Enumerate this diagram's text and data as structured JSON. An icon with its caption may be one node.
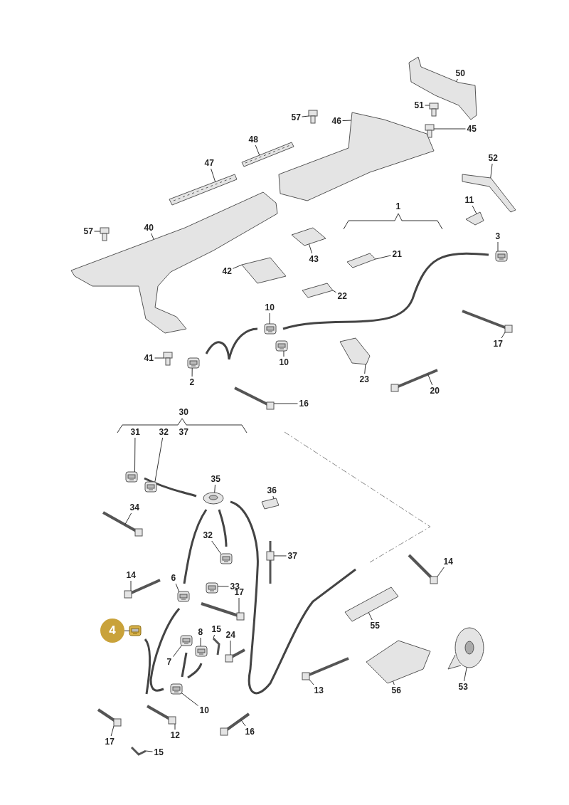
{
  "diagram": {
    "nodes": [
      {
        "text": [
          "50"
        ]
      },
      {
        "text": [
          "51"
        ]
      },
      {
        "text": [
          "45"
        ]
      },
      {
        "text": [
          "57"
        ]
      },
      {
        "text": [
          "46"
        ]
      },
      {
        "text": [
          "48"
        ]
      },
      {
        "text": [
          "47"
        ]
      },
      {
        "text": [
          "52"
        ]
      },
      {
        "text": [
          "11"
        ]
      },
      {
        "text": [
          "3"
        ]
      },
      {
        "text": [
          "57"
        ]
      },
      {
        "text": [
          "40"
        ]
      },
      {
        "text": [
          "43"
        ]
      },
      {
        "text": [
          "42"
        ]
      },
      {
        "text": [
          "21"
        ]
      },
      {
        "text": [
          "22"
        ]
      },
      {
        "text": [
          "10"
        ]
      },
      {
        "text": [
          "10"
        ]
      },
      {
        "text": [
          "41"
        ]
      },
      {
        "text": [
          "2"
        ]
      },
      {
        "text": [
          "23"
        ]
      },
      {
        "text": [
          "20"
        ]
      },
      {
        "text": [
          "16"
        ]
      },
      {
        "text": [
          "17"
        ]
      },
      {
        "text": [
          "31"
        ]
      },
      {
        "text": [
          "32"
        ]
      },
      {
        "text": [
          "35"
        ]
      },
      {
        "text": [
          "36"
        ]
      },
      {
        "text": [
          "34"
        ]
      },
      {
        "text": [
          "37"
        ]
      },
      {
        "text": [
          "32"
        ]
      },
      {
        "text": [
          "33"
        ]
      },
      {
        "text": [
          "6"
        ]
      },
      {
        "text": [
          "14"
        ]
      },
      {
        "text": [
          "14"
        ]
      },
      {
        "text": [
          "17"
        ]
      },
      {
        "text": [
          "4"
        ]
      },
      {
        "text": [
          "15"
        ]
      },
      {
        "text": [
          "8"
        ]
      },
      {
        "text": [
          "24"
        ]
      },
      {
        "text": [
          "7"
        ]
      },
      {
        "text": [
          "55"
        ]
      },
      {
        "text": [
          "56"
        ]
      },
      {
        "text": [
          "53"
        ]
      },
      {
        "text": [
          "13"
        ]
      },
      {
        "text": [
          "10"
        ]
      },
      {
        "text": [
          "12"
        ]
      },
      {
        "text": [
          "17"
        ]
      },
      {
        "text": [
          "16"
        ]
      },
      {
        "text": [
          "15"
        ]
      },
      {
        "text": [
          "1"
        ]
      },
      {
        "text": [
          "30"
        ]
      },
      {
        "text": [
          "37"
        ]
      },
      {
        "text": [],
        "shape": "picture"
      },
      {
        "text": [],
        "shape": "picture"
      },
      {
        "text": [],
        "shape": "picture"
      },
      {
        "text": [],
        "shape": "picture"
      },
      {
        "text": [],
        "shape": "picture"
      },
      {
        "text": [],
        "shape": "picture"
      },
      {
        "text": [],
        "shape": "picture"
      },
      {
        "text": [],
        "shape": "picture"
      },
      {
        "text": [],
        "shape": "picture"
      },
      {
        "text": [],
        "shape": "picture"
      },
      {
        "text": [],
        "shape": "picture"
      },
      {
        "text": [],
        "shape": "picture"
      },
      {
        "text": [],
        "shape": "picture"
      },
      {
        "text": [],
        "shape": "picture"
      },
      {
        "text": [],
        "shape": "picture"
      },
      {
        "text": [],
        "shape": "picture"
      },
      {
        "text": [],
        "shape": "picture"
      },
      {
        "text": [],
        "shape": "picture"
      },
      {
        "text": [],
        "shape": "picture"
      },
      {
        "text": [],
        "shape": "picture"
      },
      {
        "text": [],
        "shape": "picture"
      },
      {
        "text": [],
        "shape": "picture"
      },
      {
        "text": [],
        "shape": "picture"
      },
      {
        "text": [],
        "shape": "picture"
      },
      {
        "text": [],
        "shape": "picture"
      },
      {
        "text": [],
        "shape": "picture"
      },
      {
        "text": [],
        "shape": "picture"
      },
      {
        "text": [],
        "shape": "picture"
      },
      {
        "text": [],
        "shape": "picture"
      },
      {
        "text": [],
        "shape": "picture"
      },
      {
        "text": [],
        "shape": "picture"
      },
      {
        "text": [],
        "shape": "picture"
      },
      {
        "text": [],
        "shape": "picture"
      },
      {
        "text": [],
        "shape": "picture"
      },
      {
        "text": [],
        "shape": "picture"
      },
      {
        "text": [],
        "shape": "picture"
      },
      {
        "text": [],
        "shape": "picture"
      },
      {
        "text": [],
        "shape": "picture"
      },
      {
        "text": [],
        "shape": "picture"
      },
      {
        "text": [],
        "shape": "picture"
      },
      {
        "text": [],
        "shape": "picture"
      },
      {
        "text": [],
        "shape": "picture"
      },
      {
        "text": [],
        "shape": "picture"
      },
      {
        "text": [],
        "shape": "picture"
      },
      {
        "text": [],
        "shape": "picture"
      },
      {
        "text": [],
        "shape": "picture"
      },
      {
        "text": [],
        "shape": "picture"
      },
      {
        "text": [],
        "shape": "picture"
      },
      {
        "text": [],
        "shape": "picture"
      },
      {
        "text": [],
        "shape": "picture"
      }
    ],
    "edges": [
      {
        "from": 0,
        "to": 53,
        "arrow": "none"
      },
      {
        "from": 1,
        "to": 54,
        "arrow": "none"
      },
      {
        "from": 2,
        "to": 55,
        "arrow": "none"
      },
      {
        "from": 3,
        "to": 56,
        "arrow": "none"
      },
      {
        "from": 4,
        "to": 57,
        "arrow": "none"
      },
      {
        "from": 5,
        "to": 58,
        "arrow": "none"
      },
      {
        "from": 6,
        "to": 59,
        "arrow": "none"
      },
      {
        "from": 7,
        "to": 60,
        "arrow": "none"
      },
      {
        "from": 8,
        "to": 61,
        "arrow": "none"
      },
      {
        "from": 9,
        "to": 62,
        "arrow": "none"
      },
      {
        "from": 10,
        "to": 63,
        "arrow": "none"
      },
      {
        "from": 11,
        "to": 64,
        "arrow": "none"
      },
      {
        "from": 12,
        "to": 65,
        "arrow": "none"
      },
      {
        "from": 13,
        "to": 66,
        "arrow": "none"
      },
      {
        "from": 14,
        "to": 67,
        "arrow": "none"
      },
      {
        "from": 15,
        "to": 68,
        "arrow": "none"
      },
      {
        "from": 16,
        "to": 69,
        "arrow": "none"
      },
      {
        "from": 17,
        "to": 70,
        "arrow": "none"
      },
      {
        "from": 18,
        "to": 71,
        "arrow": "none"
      },
      {
        "from": 19,
        "to": 72,
        "arrow": "none"
      },
      {
        "from": 20,
        "to": 73,
        "arrow": "none"
      },
      {
        "from": 21,
        "to": 74,
        "arrow": "none"
      },
      {
        "from": 22,
        "to": 75,
        "arrow": "none"
      },
      {
        "from": 23,
        "to": 76,
        "arrow": "none"
      },
      {
        "from": 24,
        "to": 77,
        "arrow": "none"
      },
      {
        "from": 25,
        "to": 78,
        "arrow": "none"
      },
      {
        "from": 26,
        "to": 79,
        "arrow": "none"
      },
      {
        "from": 27,
        "to": 80,
        "arrow": "none"
      },
      {
        "from": 28,
        "to": 81,
        "arrow": "none"
      },
      {
        "from": 29,
        "to": 82,
        "arrow": "none"
      },
      {
        "from": 30,
        "to": 83,
        "arrow": "none"
      },
      {
        "from": 31,
        "to": 84,
        "arrow": "none"
      },
      {
        "from": 32,
        "to": 85,
        "arrow": "none"
      },
      {
        "from": 33,
        "to": 86,
        "arrow": "none"
      },
      {
        "from": 34,
        "to": 87,
        "arrow": "none"
      },
      {
        "from": 35,
        "to": 88,
        "arrow": "none"
      },
      {
        "from": 36,
        "to": 89,
        "arrow": "none"
      },
      {
        "from": 37,
        "to": 90,
        "arrow": "none"
      },
      {
        "from": 38,
        "to": 91,
        "arrow": "none"
      },
      {
        "from": 39,
        "to": 92,
        "arrow": "none"
      },
      {
        "from": 40,
        "to": 93,
        "arrow": "none"
      },
      {
        "from": 41,
        "to": 94,
        "arrow": "none"
      },
      {
        "from": 42,
        "to": 95,
        "arrow": "none"
      },
      {
        "from": 43,
        "to": 96,
        "arrow": "none"
      },
      {
        "from": 44,
        "to": 97,
        "arrow": "none"
      },
      {
        "from": 45,
        "to": 98,
        "arrow": "none"
      },
      {
        "from": 46,
        "to": 99,
        "arrow": "none"
      },
      {
        "from": 47,
        "to": 100,
        "arrow": "none"
      },
      {
        "from": 48,
        "to": 101,
        "arrow": "none"
      },
      {
        "from": 49,
        "to": 102,
        "arrow": "none"
      }
    ]
  }
}
